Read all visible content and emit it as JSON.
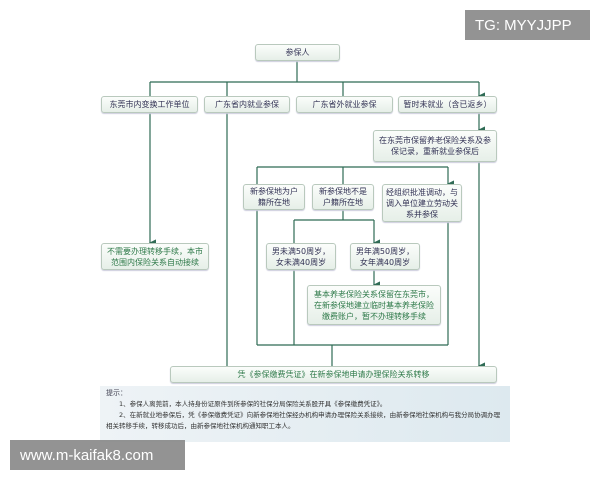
{
  "root": "参保人",
  "level1": [
    "东莞市内变换工作单位",
    "广东省内就业参保",
    "广东省外就业参保",
    "暂时未就业（含已返乡）"
  ],
  "retain": "在东莞市保留养老保险关系及参保记录，重新就业参保后",
  "no_transfer": "不需要办理转移手续，本市范围内保险关系自动接续",
  "level2": [
    "新参保地为户籍所在地",
    "新参保地不是户籍所在地",
    "经组织批准调动，与调入单位建立劳动关系并参保"
  ],
  "age": [
    "男未满50周岁，女未满40周岁",
    "男年满50周岁，女年满40周岁"
  ],
  "temp_account": "基本养老保险关系保留在东莞市，在新参保地建立临时基本养老保险缴费账户，暂不办理转移手续",
  "final": "凭《参保缴费凭证》在新参保地申请办理保险关系转移",
  "tips": {
    "title": "提示：",
    "items": [
      "1、参保人离莞前，本人持身份证原件到所参保的社保分局保险关系股开具《参保缴费凭证》。",
      "2、在新就业地参保后，凭《参保缴费凭证》向新参保地社保经办机构申请办理保险关系接续，由新参保地社保机构与我分局协调办理相关转移手续，转移成功后，由新参保地社保机构通知职工本人。"
    ]
  },
  "watermarks": {
    "top": "TG: MYYJJPP",
    "bottom": "www.m-kaifak8.com"
  },
  "colors": {
    "line": "#2f6b55",
    "text_green": "#2f7a4a"
  }
}
